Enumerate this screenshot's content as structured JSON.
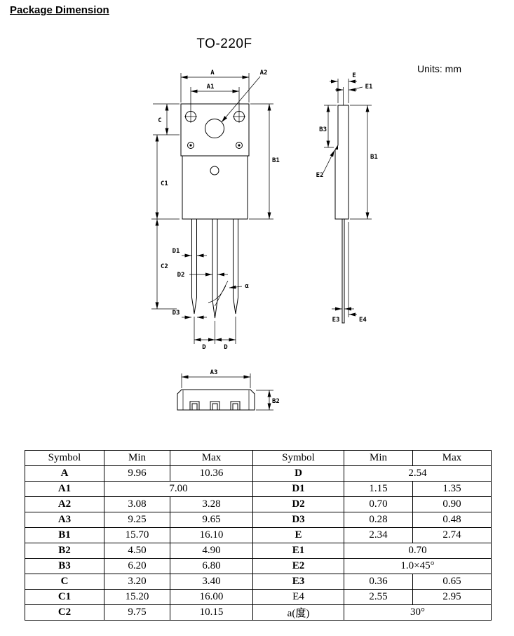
{
  "page": {
    "heading": "Package Dimension",
    "title": "TO-220F",
    "units": "Units: mm"
  },
  "drawing": {
    "front": {
      "A": "A",
      "A1": "A1",
      "A2": "A2",
      "C": "C",
      "C1": "C1",
      "C2": "C2",
      "B1": "B1",
      "D1": "D1",
      "D2": "D2",
      "D3": "D3",
      "D_left": "D",
      "D_right": "D",
      "alpha": "α"
    },
    "side": {
      "E": "E",
      "E1": "E1",
      "B3": "B3",
      "E2": "E2",
      "B1": "B1",
      "E3": "E3",
      "E4": "E4"
    },
    "bottom": {
      "A3": "A3",
      "B2": "B2"
    }
  },
  "table": {
    "headers": [
      "Symbol",
      "Min",
      "Max",
      "Symbol",
      "Min",
      "Max"
    ],
    "rows": [
      {
        "left": {
          "symbol": "A",
          "min": "9.96",
          "max": "10.36"
        },
        "right": {
          "symbol": "D",
          "span": "2.54"
        }
      },
      {
        "left": {
          "symbol": "A1",
          "span": "7.00"
        },
        "right": {
          "symbol": "D1",
          "min": "1.15",
          "max": "1.35"
        }
      },
      {
        "left": {
          "symbol": "A2",
          "min": "3.08",
          "max": "3.28"
        },
        "right": {
          "symbol": "D2",
          "min": "0.70",
          "max": "0.90"
        }
      },
      {
        "left": {
          "symbol": "A3",
          "min": "9.25",
          "max": "9.65"
        },
        "right": {
          "symbol": "D3",
          "min": "0.28",
          "max": "0.48"
        }
      },
      {
        "left": {
          "symbol": "B1",
          "min": "15.70",
          "max": "16.10"
        },
        "right": {
          "symbol": "E",
          "min": "2.34",
          "max": "2.74"
        }
      },
      {
        "left": {
          "symbol": "B2",
          "min": "4.50",
          "max": "4.90"
        },
        "right": {
          "symbol": "E1",
          "span": "0.70"
        }
      },
      {
        "left": {
          "symbol": "B3",
          "min": "6.20",
          "max": "6.80"
        },
        "right": {
          "symbol": "E2",
          "span": "1.0×45°"
        }
      },
      {
        "left": {
          "symbol": "C",
          "min": "3.20",
          "max": "3.40"
        },
        "right": {
          "symbol": "E3",
          "min": "0.36",
          "max": "0.65"
        }
      },
      {
        "left": {
          "symbol": "C1",
          "min": "15.20",
          "max": "16.00"
        },
        "right": {
          "symbol": "E4",
          "min": "2.55",
          "max": "2.95"
        }
      },
      {
        "left": {
          "symbol": "C2",
          "min": "9.75",
          "max": "10.15"
        },
        "right": {
          "symbol": "a(度)",
          "span": "30°"
        }
      }
    ]
  }
}
